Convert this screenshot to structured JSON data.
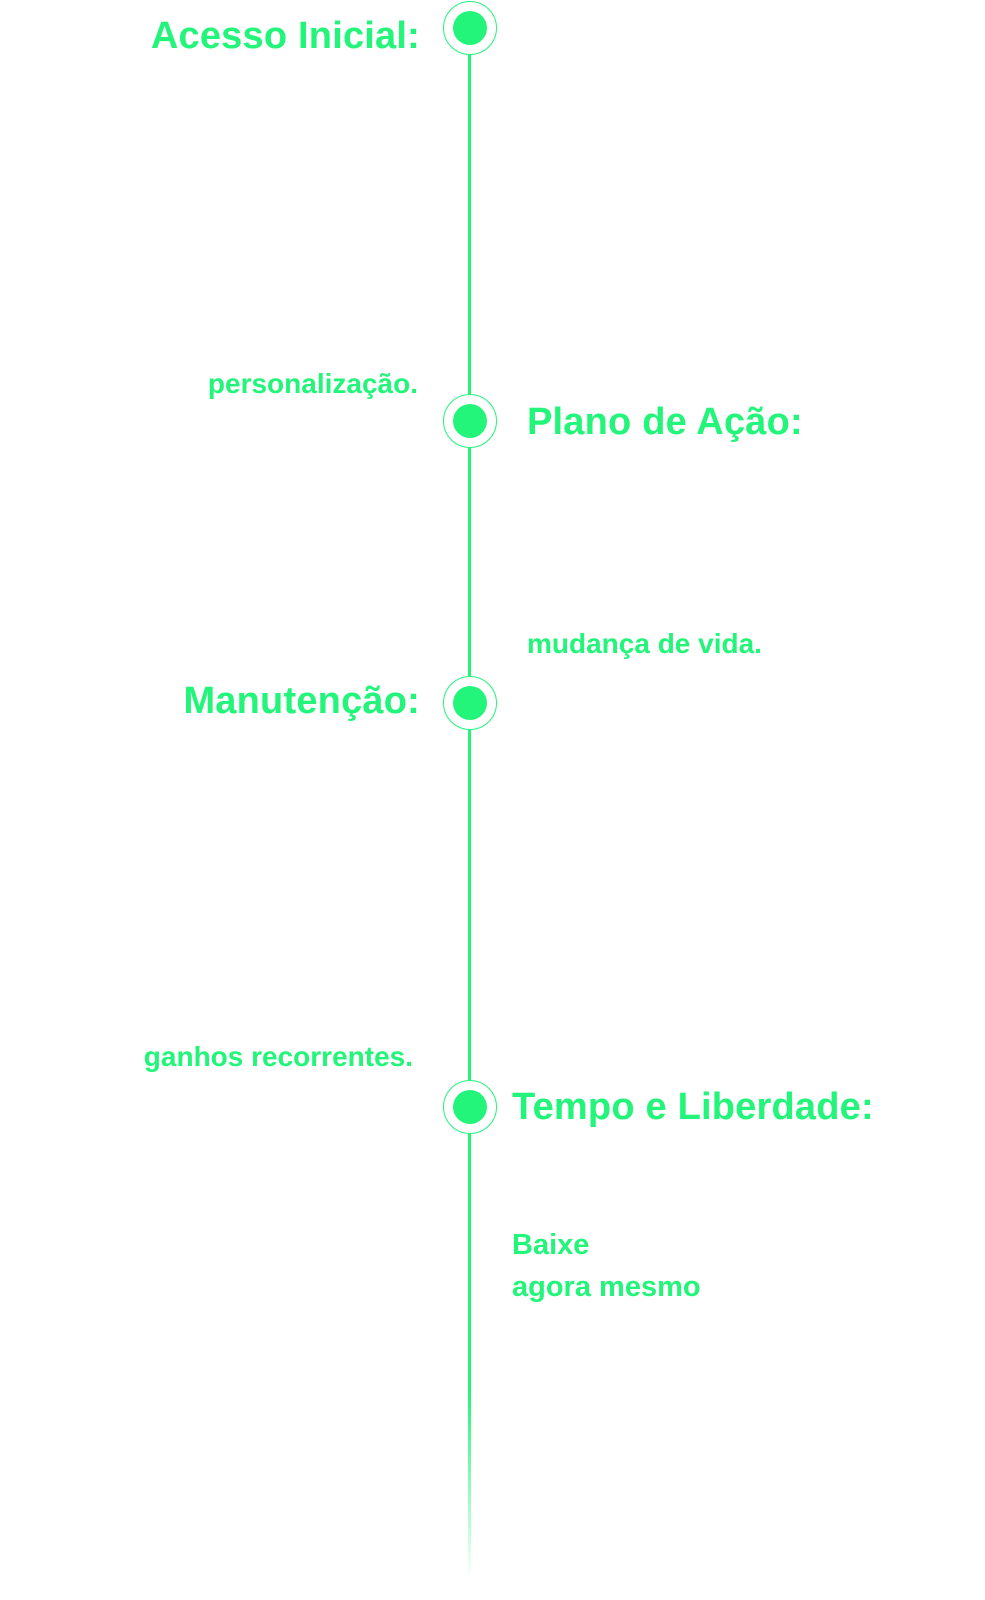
{
  "theme": {
    "accent": "#22f57a",
    "background": "#ffffff"
  },
  "timeline": {
    "steps": [
      {
        "title": "Acesso Inicial:",
        "tail_text": "personalização."
      },
      {
        "title": "Plano de Ação:",
        "tail_text": "mudança de vida."
      },
      {
        "title": "Manutenção:",
        "tail_text": "ganhos recorrentes."
      },
      {
        "title": "Tempo e Liberdade:"
      }
    ]
  },
  "cta": {
    "line1": "Baixe",
    "line2": "agora mesmo"
  }
}
